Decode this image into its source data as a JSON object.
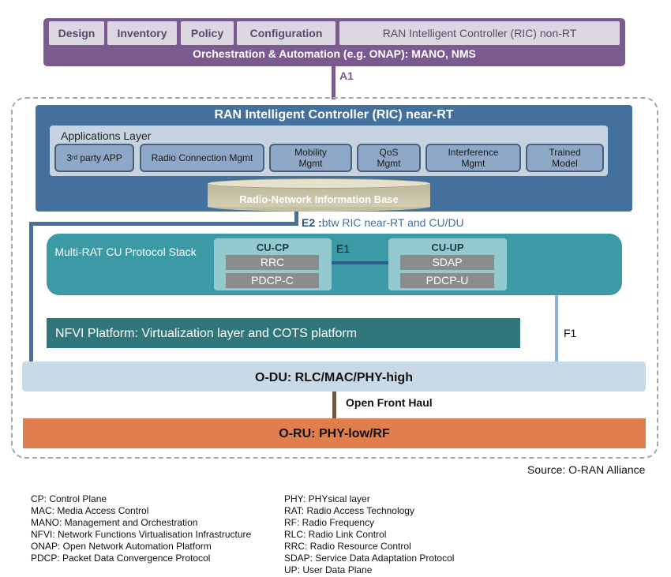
{
  "orchestration": {
    "tabs": [
      "Design",
      "Inventory",
      "Policy",
      "Configuration",
      "RAN Intelligent Controller (RIC) non-RT"
    ],
    "title": "Orchestration & Automation (e.g. ONAP): MANO, NMS"
  },
  "interfaces": {
    "a1": "A1",
    "e2_bold": "E2 :",
    "e2_rest": "btw RIC near-RT and CU/DU",
    "e1": "E1",
    "f1": "F1",
    "open_front_haul": "Open Front Haul"
  },
  "ric_near_rt": {
    "title": "RAN Intelligent Controller (RIC) near-RT",
    "applications_layer": "Applications Layer",
    "apps": {
      "third_party_prefix": "3",
      "third_party_sup": "rd",
      "third_party_rest": " party APP",
      "radio_connection": "Radio Connection Mgmt",
      "mobility": "Mobility Mgmt",
      "qos": "QoS Mgmt",
      "interference": "Interference Mgmt",
      "trained_model": "Trained Model"
    },
    "rnib": "Radio-Network Information Base"
  },
  "cu": {
    "title": "Multi-RAT CU Protocol Stack",
    "cu_cp": {
      "title": "CU-CP",
      "items": [
        "RRC",
        "PDCP-C"
      ]
    },
    "cu_up": {
      "title": "CU-UP",
      "items": [
        "SDAP",
        "PDCP-U"
      ]
    }
  },
  "nfvi": "NFVI Platform: Virtualization layer and COTS platform",
  "odu": "O-DU: RLC/MAC/PHY-high",
  "oru": "O-RU: PHY-low/RF",
  "source": "Source: O-RAN Alliance",
  "glossary_left": [
    "CP: Control Plane",
    "MAC: Media Access Control",
    "MANO: Management and Orchestration",
    "NFVI: Network Functions Virtualisation Infrastructure",
    "ONAP: Open Network Automation Platform",
    "PDCP: Packet Data Convergence Protocol"
  ],
  "glossary_right": [
    "PHY: PHYsical layer",
    "RAT: Radio Access Technology",
    "RF: Radio Frequency",
    "RLC: Radio Link Control",
    "RRC: Radio Resource Control",
    "SDAP: Service Data Adaptation Protocol",
    "UP: User Data Plane"
  ]
}
